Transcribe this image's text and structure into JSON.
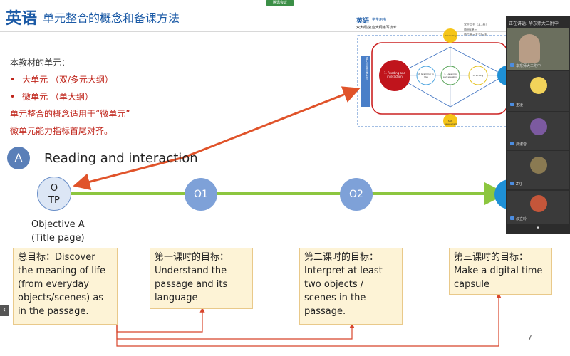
{
  "meeting_label": "腾讯会议",
  "slide": {
    "brand": "英语",
    "title": "单元整合的概念和备课方法",
    "intro": {
      "line1": "本教材的单元：",
      "item1": "大单元 （双/多元大纲）",
      "item2": "微单元 （单大纲）",
      "line4": "单元整合的概念适用于“微单元”",
      "line5": "微单元能力指标首尾对齐。"
    },
    "step_badge": "A",
    "step_title": "Reading and interaction",
    "node_otp_line1": "O",
    "node_otp_line2": "TP",
    "node_o1": "O1",
    "node_o2": "O2",
    "objective_line1": "Objective A",
    "objective_line2": "(Title page)",
    "goals": [
      "总目标：Discover the meaning of life (from everyday objects/scenes) as in the passage.",
      "第一课时的目标：Understand the passage and its language",
      "第二课时的目标：Interpret at least two objects / scenes in the passage.",
      "第三课时的目标：Make a digital time capsule"
    ],
    "page_number": "7"
  },
  "thumbnail": {
    "brand": "英语",
    "brand_sub": "学生用书",
    "subtitle": "双大纲/复合大纲编写技术",
    "right_note1": "学生用书（3.7册）",
    "right_note2": "每册8单元",
    "right_note3": "每个单元五个板块",
    "side_label": "能力目标首尾对齐",
    "center_label": "1. Reading and interaction",
    "nodes": [
      "2. Grammar in Use",
      "3. Listening and speaking",
      "4. Writing",
      "Vocabulary",
      "Self-assessment"
    ]
  },
  "video_panel": {
    "title": "正在讲话: 华东师大二附中",
    "participants": [
      {
        "name": "华东师大二附中"
      },
      {
        "name": "王凌"
      },
      {
        "name": ""
      },
      {
        "name": "费淑蓉"
      },
      {
        "name": ""
      },
      {
        "name": "ZYJ"
      },
      {
        "name": "叔立玲"
      }
    ],
    "collapse_icon": "chevron-down-icon"
  },
  "colors": {
    "brand_blue": "#1b5aa6",
    "red_text": "#c0261c",
    "green_timeline": "#8cc63f",
    "arrow_orange": "#e0532a",
    "goal_bg": "#fdf3d6"
  }
}
